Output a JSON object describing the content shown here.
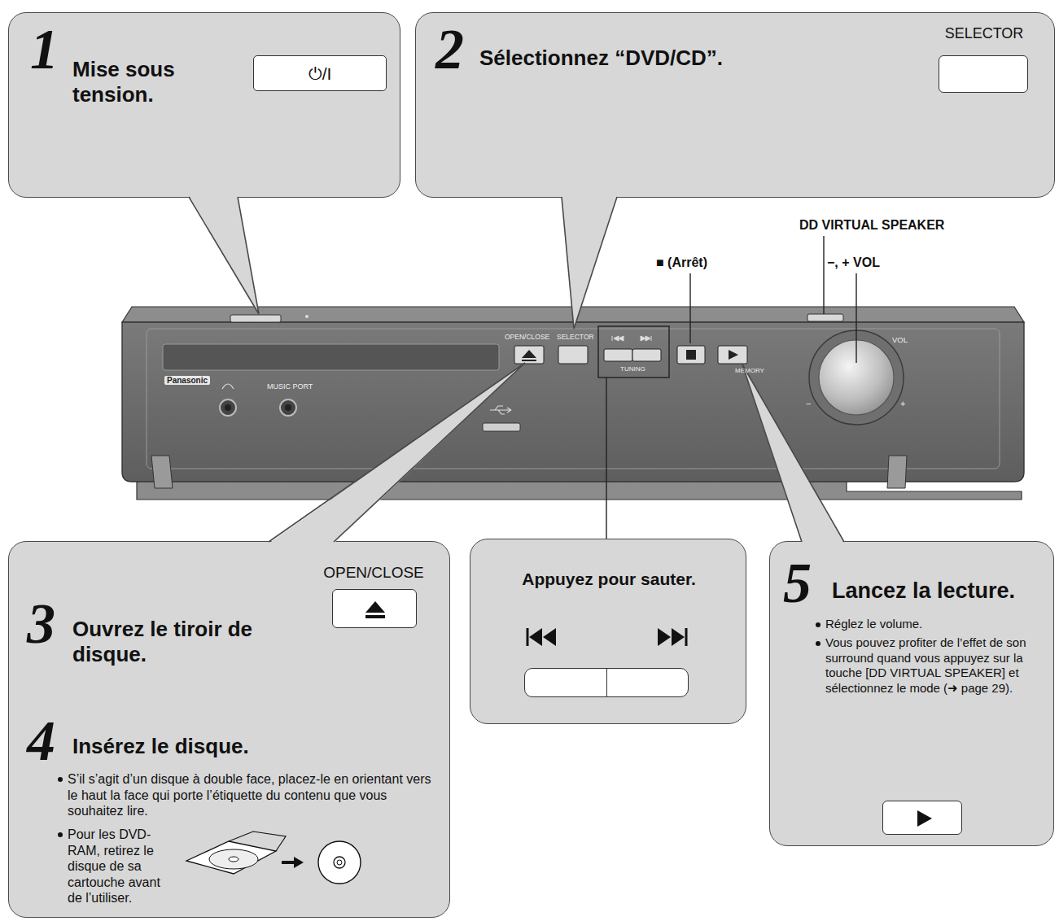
{
  "diagram": {
    "nodes": [
      {
        "text": [
          "1",
          "Mise sous tension."
        ]
      },
      {
        "text": [
          "⏻/I"
        ],
        "in": 0
      },
      {
        "text": [
          "2",
          "Sélectionnez “DVD/CD”.",
          "SELECTOR"
        ]
      },
      {
        "text": [
          "3",
          "Ouvrez le tiroir de disque.",
          "OPEN/CLOSE",
          "4",
          "Insérez le disque.",
          "S’il s’agit d’un disque à double face, placez-le en orientant vers le haut la face qui porte l’étiquette du contenu que vous souhaitez lire.",
          "Pour les DVD-RAM, retirez le disque de sa cartouche avant de l’utiliser."
        ]
      },
      {
        "text": [
          "Appuyez pour sauter."
        ]
      },
      {
        "text": [
          "5",
          "Lancez la lecture.",
          "Réglez le volume.",
          "Vous pouvez profiter de l’effet de son surround quand vous appuyez sur la touche [DD VIRTUAL SPEAKER] et sélectionnez le mode (➜ page 29)."
        ]
      }
    ],
    "labels": [
      "DD VIRTUAL SPEAKER",
      "■ (Arrêt)",
      "−, + VOL",
      "OPEN/CLOSE",
      "SELECTOR",
      "Panasonic",
      "MUSIC PORT",
      "VOL",
      "−",
      "+",
      "TUNING",
      "MEMORY"
    ]
  }
}
